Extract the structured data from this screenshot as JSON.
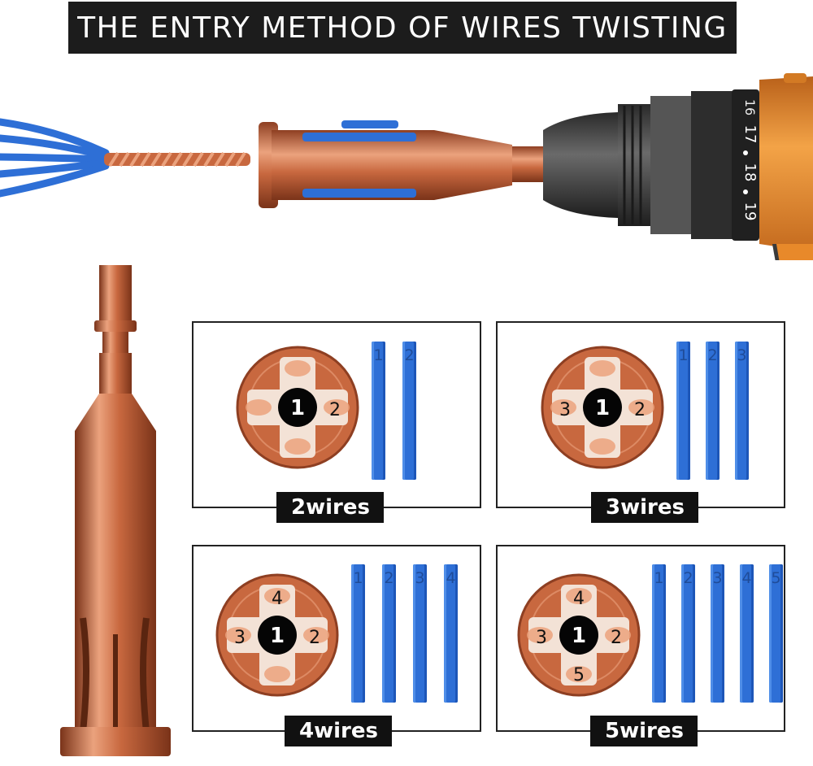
{
  "title": "THE ENTRY METHOD OF WIRES TWISTING",
  "drill_dial": [
    "16",
    "17",
    "18",
    "19"
  ],
  "colors": {
    "copper": "#c8683f",
    "copper_dark": "#8e3f22",
    "copper_light": "#eba27d",
    "wire_blue": "#2e6fd6",
    "drill_orange": "#e8892a",
    "drill_black": "#3a3a3a",
    "label_bg": "#111111"
  },
  "panels": [
    {
      "label": "2wires",
      "center": "1",
      "positions": {
        "right": "2"
      },
      "wires": [
        "1",
        "2"
      ]
    },
    {
      "label": "3wires",
      "center": "1",
      "positions": {
        "left": "3",
        "right": "2"
      },
      "wires": [
        "1",
        "2",
        "3"
      ]
    },
    {
      "label": "4wires",
      "center": "1",
      "positions": {
        "top": "4",
        "left": "3",
        "right": "2"
      },
      "wires": [
        "1",
        "2",
        "3",
        "4"
      ]
    },
    {
      "label": "5wires",
      "center": "1",
      "positions": {
        "top": "4",
        "left": "3",
        "right": "2",
        "bottom": "5"
      },
      "wires": [
        "1",
        "2",
        "3",
        "4",
        "5"
      ]
    }
  ]
}
